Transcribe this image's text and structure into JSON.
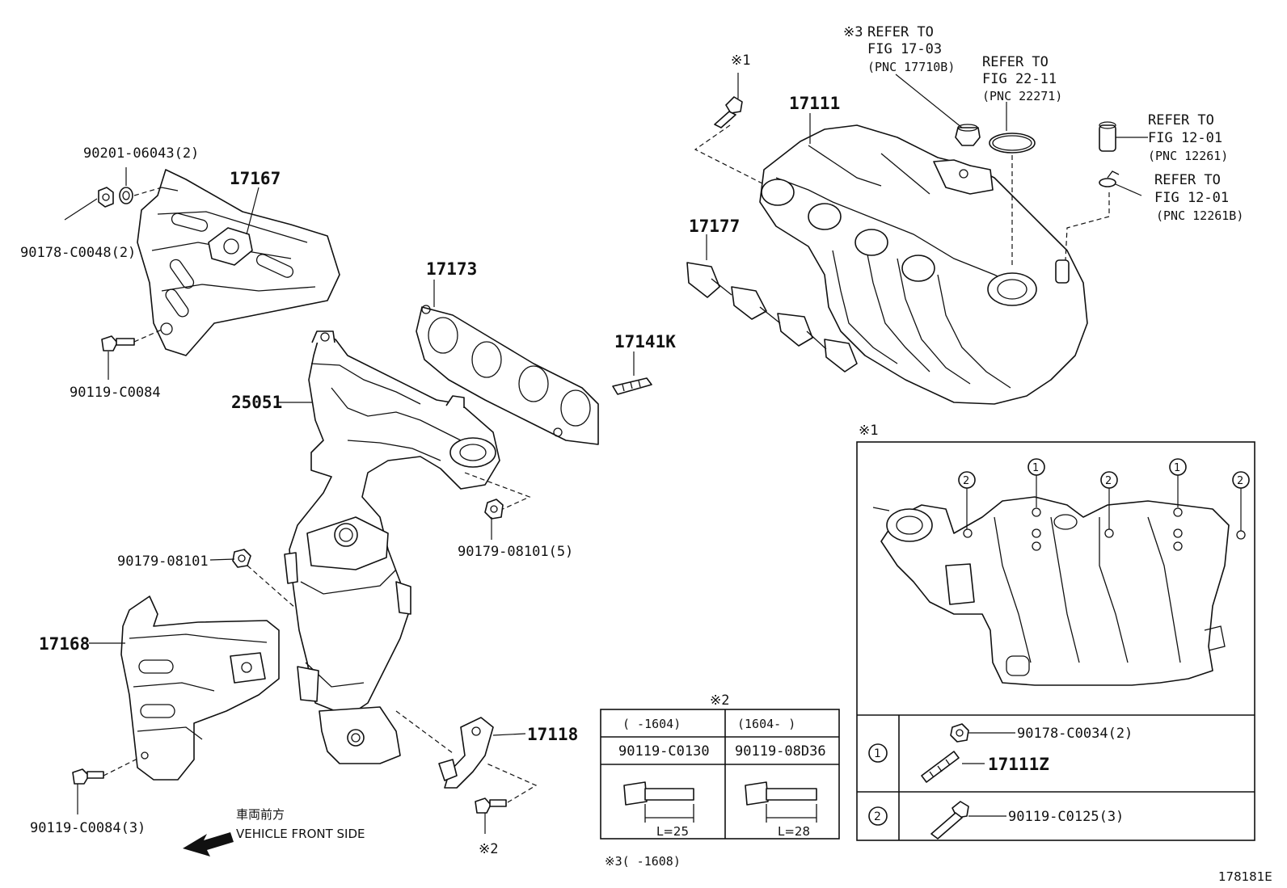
{
  "diagram_id": "178181E",
  "labels": {
    "p17167": "17167",
    "p90201": "90201-06043(2)",
    "p90178_c0048": "90178-C0048(2)",
    "p90119_c0084": "90119-C0084",
    "p25051": "25051",
    "p17173": "17173",
    "p17141k": "17141K",
    "p90179_08101_5": "90179-08101(5)",
    "p90179_08101": "90179-08101",
    "p17168": "17168",
    "p90119_c0084_3": "90119-C0084(3)",
    "p17118": "17118",
    "p17111": "17111",
    "p17177": "17177"
  },
  "notes": {
    "mark1": "※1",
    "mark2": "※2",
    "mark3": "※3",
    "refer_1703_a": "REFER TO",
    "refer_1703_b": "FIG 17-03",
    "refer_1703_c": "(PNC 17710B)",
    "refer_2211_a": "REFER TO",
    "refer_2211_b": "FIG 22-11",
    "refer_2211_c": "(PNC 22271)",
    "refer_1201_a": "REFER TO",
    "refer_1201_b": "FIG 12-01",
    "refer_1201_c": "(PNC 12261)",
    "refer_1201b_a": "REFER TO",
    "refer_1201b_b": "FIG 12-01",
    "refer_1201b_c": "(PNC 12261B)"
  },
  "front_side": {
    "jp": "車両前方",
    "en": "VEHICLE FRONT SIDE"
  },
  "note2_table": {
    "title": "※2",
    "col1_range": "(      -1604)",
    "col2_range": "(1604-      )",
    "col1_part": "90119-C0130",
    "col2_part": "90119-08D36",
    "col1_len": "L=25",
    "col2_len": "L=28"
  },
  "note3": "※3(      -1608)",
  "note1_box": {
    "title": "※1",
    "marker1": "1",
    "marker2": "2",
    "row1_part_a": "90178-C0034(2)",
    "row1_part_b": "17111Z",
    "row2_part": "90119-C0125(3)"
  }
}
